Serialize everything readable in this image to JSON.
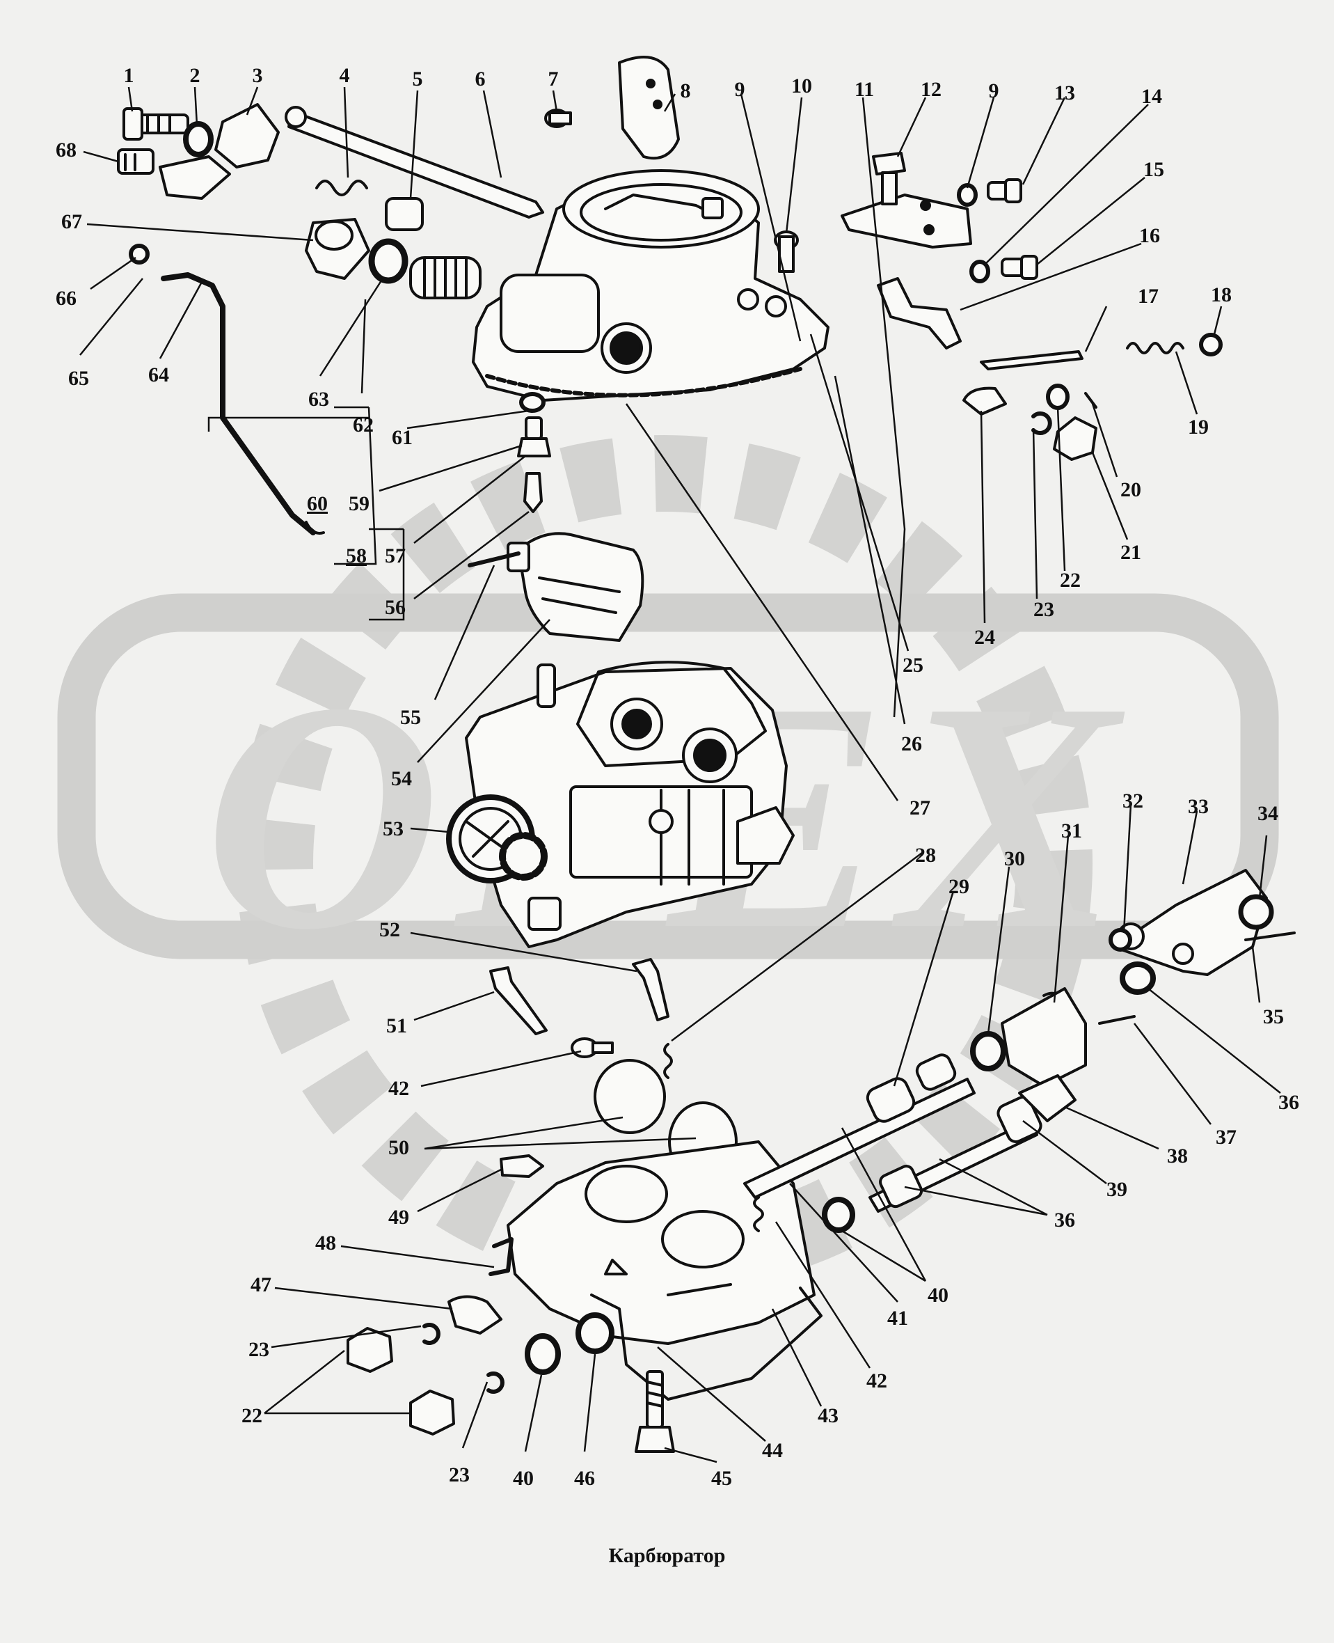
{
  "caption": "Карбюратор",
  "watermark": "OPEX",
  "colors": {
    "background": "#f1f1ef",
    "watermark": "#cfcfcd",
    "ink": "#111111",
    "part_fill": "#fafaf8"
  },
  "labels": [
    {
      "id": "1",
      "text": "1"
    },
    {
      "id": "2",
      "text": "2"
    },
    {
      "id": "3",
      "text": "3"
    },
    {
      "id": "4",
      "text": "4"
    },
    {
      "id": "5",
      "text": "5"
    },
    {
      "id": "6",
      "text": "6"
    },
    {
      "id": "7",
      "text": "7"
    },
    {
      "id": "8",
      "text": "8"
    },
    {
      "id": "9a",
      "text": "9"
    },
    {
      "id": "10",
      "text": "10"
    },
    {
      "id": "11",
      "text": "11"
    },
    {
      "id": "12",
      "text": "12"
    },
    {
      "id": "9b",
      "text": "9"
    },
    {
      "id": "13",
      "text": "13"
    },
    {
      "id": "14",
      "text": "14"
    },
    {
      "id": "15",
      "text": "15"
    },
    {
      "id": "16",
      "text": "16"
    },
    {
      "id": "17",
      "text": "17"
    },
    {
      "id": "18",
      "text": "18"
    },
    {
      "id": "19",
      "text": "19"
    },
    {
      "id": "20",
      "text": "20"
    },
    {
      "id": "21",
      "text": "21"
    },
    {
      "id": "22a",
      "text": "22"
    },
    {
      "id": "23a",
      "text": "23"
    },
    {
      "id": "24",
      "text": "24"
    },
    {
      "id": "25",
      "text": "25"
    },
    {
      "id": "26",
      "text": "26"
    },
    {
      "id": "27",
      "text": "27"
    },
    {
      "id": "28",
      "text": "28"
    },
    {
      "id": "29",
      "text": "29"
    },
    {
      "id": "30",
      "text": "30"
    },
    {
      "id": "31",
      "text": "31"
    },
    {
      "id": "32",
      "text": "32"
    },
    {
      "id": "33",
      "text": "33"
    },
    {
      "id": "34",
      "text": "34"
    },
    {
      "id": "35",
      "text": "35"
    },
    {
      "id": "36a",
      "text": "36"
    },
    {
      "id": "37",
      "text": "37"
    },
    {
      "id": "38",
      "text": "38"
    },
    {
      "id": "39",
      "text": "39"
    },
    {
      "id": "36b",
      "text": "36"
    },
    {
      "id": "40a",
      "text": "40"
    },
    {
      "id": "41",
      "text": "41"
    },
    {
      "id": "42a",
      "text": "42"
    },
    {
      "id": "43",
      "text": "43"
    },
    {
      "id": "44",
      "text": "44"
    },
    {
      "id": "45",
      "text": "45"
    },
    {
      "id": "46",
      "text": "46"
    },
    {
      "id": "40b",
      "text": "40"
    },
    {
      "id": "23b",
      "text": "23"
    },
    {
      "id": "22b",
      "text": "22"
    },
    {
      "id": "23c",
      "text": "23"
    },
    {
      "id": "47",
      "text": "47"
    },
    {
      "id": "48",
      "text": "48"
    },
    {
      "id": "49",
      "text": "49"
    },
    {
      "id": "50",
      "text": "50"
    },
    {
      "id": "42b",
      "text": "42"
    },
    {
      "id": "51",
      "text": "51"
    },
    {
      "id": "52",
      "text": "52"
    },
    {
      "id": "53",
      "text": "53"
    },
    {
      "id": "54",
      "text": "54"
    },
    {
      "id": "55",
      "text": "55"
    },
    {
      "id": "56",
      "text": "56"
    },
    {
      "id": "57",
      "text": "57"
    },
    {
      "id": "58",
      "text": "58"
    },
    {
      "id": "59",
      "text": "59"
    },
    {
      "id": "60",
      "text": "60"
    },
    {
      "id": "61",
      "text": "61"
    },
    {
      "id": "62",
      "text": "62"
    },
    {
      "id": "63",
      "text": "63"
    },
    {
      "id": "64",
      "text": "64"
    },
    {
      "id": "65",
      "text": "65"
    },
    {
      "id": "66",
      "text": "66"
    },
    {
      "id": "67",
      "text": "67"
    },
    {
      "id": "68",
      "text": "68"
    }
  ]
}
